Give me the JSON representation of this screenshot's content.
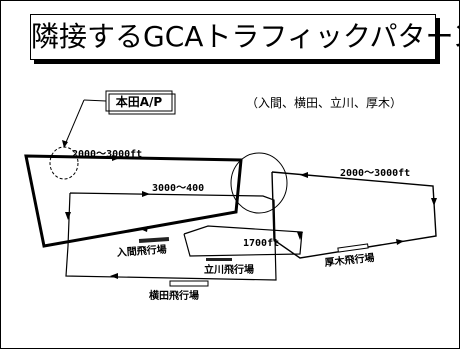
{
  "title": "隣接するGCAトラフィックパターン",
  "callout": "本田A/P",
  "note": "（入間、横田、立川、厚木）",
  "altitudes": {
    "left_pattern": "2000～3000ft",
    "center_pattern": "3000～400",
    "right_pattern": "2000～3000ft",
    "inner_pattern": "1700ft"
  },
  "airfields": {
    "iruma": "入間飛行場",
    "tachikawa": "立川飛行場",
    "yokota": "横田飛行場",
    "atsugi": "厚木飛行場"
  }
}
